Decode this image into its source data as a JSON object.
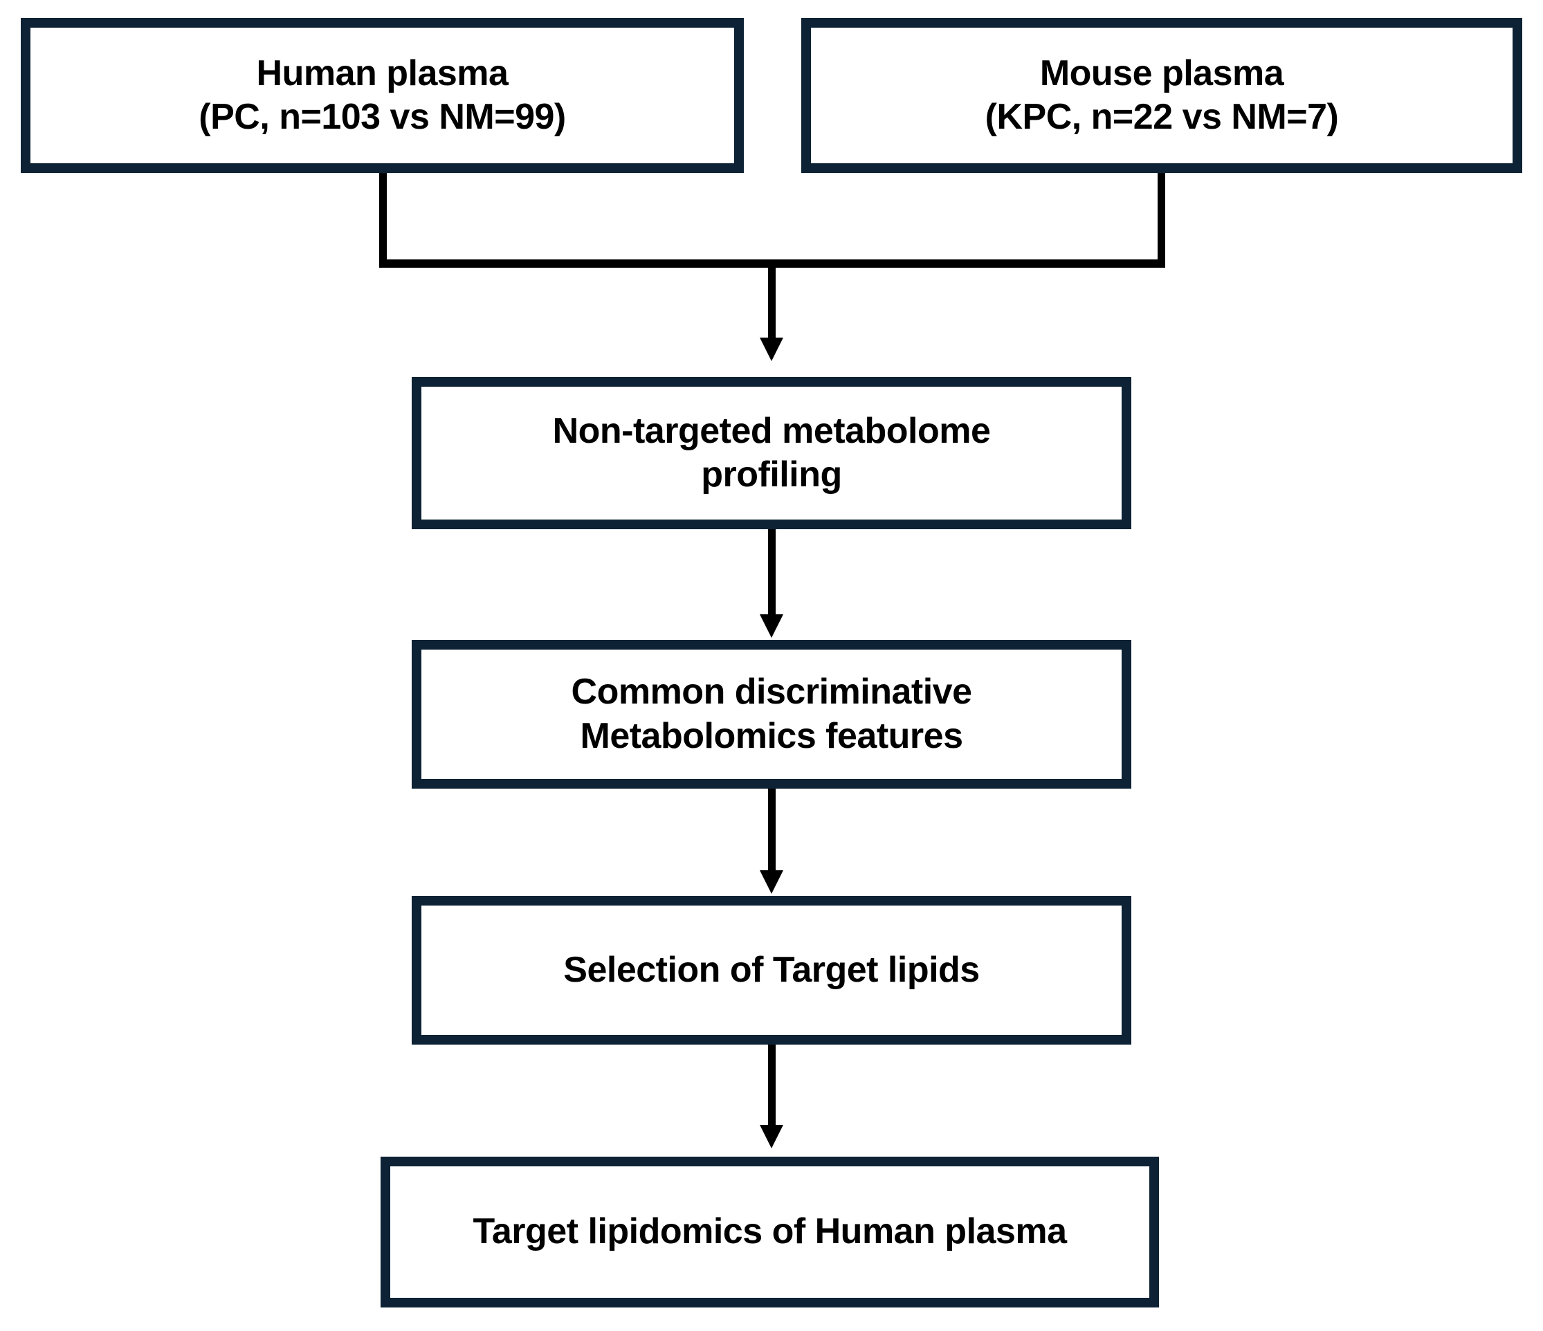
{
  "diagram": {
    "title": "Study workflow flowchart",
    "colors": {
      "box_border": "#0d2234",
      "box_fill": "#ffffff",
      "text": "#000000",
      "connector": "#000000",
      "background": "#ffffff"
    },
    "nodes": [
      {
        "id": "human-plasma",
        "label": "Human plasma\n(PC, n=103 vs NM=99)",
        "line1": "Human plasma",
        "line2": "(PC, n=103 vs NM=99)"
      },
      {
        "id": "mouse-plasma",
        "label": "Mouse plasma\n(KPC, n=22 vs NM=7)",
        "line1": "Mouse plasma",
        "line2": "(KPC, n=22 vs NM=7)"
      },
      {
        "id": "metabolome-profiling",
        "label": "Non-targeted metabolome\nprofiling",
        "line1": "Non-targeted metabolome",
        "line2": "profiling"
      },
      {
        "id": "common-features",
        "label": "Common discriminative\nMetabolomics features",
        "line1": "Common discriminative",
        "line2": "Metabolomics features"
      },
      {
        "id": "target-lipid-selection",
        "label": "Selection of Target lipids",
        "line1": "Selection of Target lipids",
        "line2": ""
      },
      {
        "id": "target-lipidomics",
        "label": "Target lipidomics of Human plasma",
        "line1": "Target lipidomics of Human plasma",
        "line2": ""
      }
    ],
    "edges": [
      {
        "id": "human-to-merge",
        "from": "human-plasma",
        "to": "metabolome-profiling",
        "type": "elbow"
      },
      {
        "id": "mouse-to-merge",
        "from": "mouse-plasma",
        "to": "metabolome-profiling",
        "type": "elbow"
      },
      {
        "id": "merge-to-metabolome",
        "from": "merge-junction",
        "to": "metabolome-profiling",
        "type": "arrow"
      },
      {
        "id": "metabolome-to-common",
        "from": "metabolome-profiling",
        "to": "common-features",
        "type": "arrow"
      },
      {
        "id": "common-to-selection",
        "from": "common-features",
        "to": "target-lipid-selection",
        "type": "arrow"
      },
      {
        "id": "selection-to-lipidomics",
        "from": "target-lipid-selection",
        "to": "target-lipidomics",
        "type": "arrow"
      }
    ]
  }
}
